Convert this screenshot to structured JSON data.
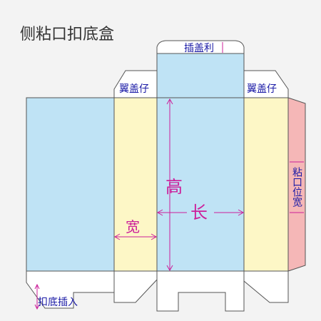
{
  "title": "侧粘口扣底盒",
  "labels": {
    "insert_lid_flap": "插盖利",
    "dust_flap_left": "翼盖仔",
    "dust_flap_right": "翼盖仔",
    "glue_tab_width": "粘口位宽",
    "height": "高",
    "length": "长",
    "width": "宽",
    "bottom_insert": "扣底插入"
  },
  "colors": {
    "background": "#f3f3f3",
    "blue_panel": "#bfe3f5",
    "yellow_panel": "#fdf7c6",
    "glue_tab": "#f5b7b7",
    "outline": "#555555",
    "dimension": "#cc1f9a",
    "label_text": "#1a1aa6",
    "title_text": "#333333"
  }
}
